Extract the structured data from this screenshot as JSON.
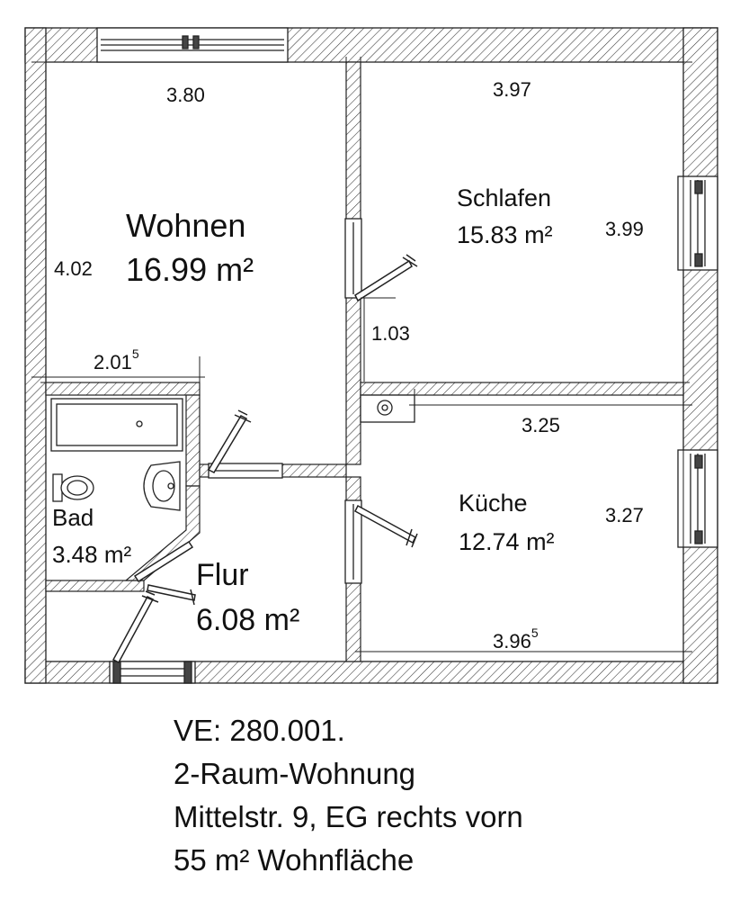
{
  "rooms": {
    "wohnen": {
      "name": "Wohnen",
      "area": "16.99 m²"
    },
    "schlafen": {
      "name": "Schlafen",
      "area": "15.83 m²"
    },
    "kueche": {
      "name": "Küche",
      "area": "12.74 m²"
    },
    "bad": {
      "name": "Bad",
      "area": "3.48 m²"
    },
    "flur": {
      "name": "Flur",
      "area": "6.08 m²"
    }
  },
  "dimensions": {
    "wohnen_width": "3.80",
    "wohnen_depth": "4.02",
    "schlafen_width": "3.97",
    "schlafen_depth": "3.99",
    "door_offset": "1.03",
    "bad_width": "2.01",
    "bad_width_sup": "5",
    "kueche_width_top": "3.25",
    "kueche_depth": "3.27",
    "kueche_width_bottom": "3.96",
    "kueche_width_bottom_sup": "5"
  },
  "info": {
    "ve": "VE: 280.001.",
    "type": "2-Raum-Wohnung",
    "address": "Mittelstr. 9, EG rechts vorn",
    "area": "55 m² Wohnfläche"
  }
}
